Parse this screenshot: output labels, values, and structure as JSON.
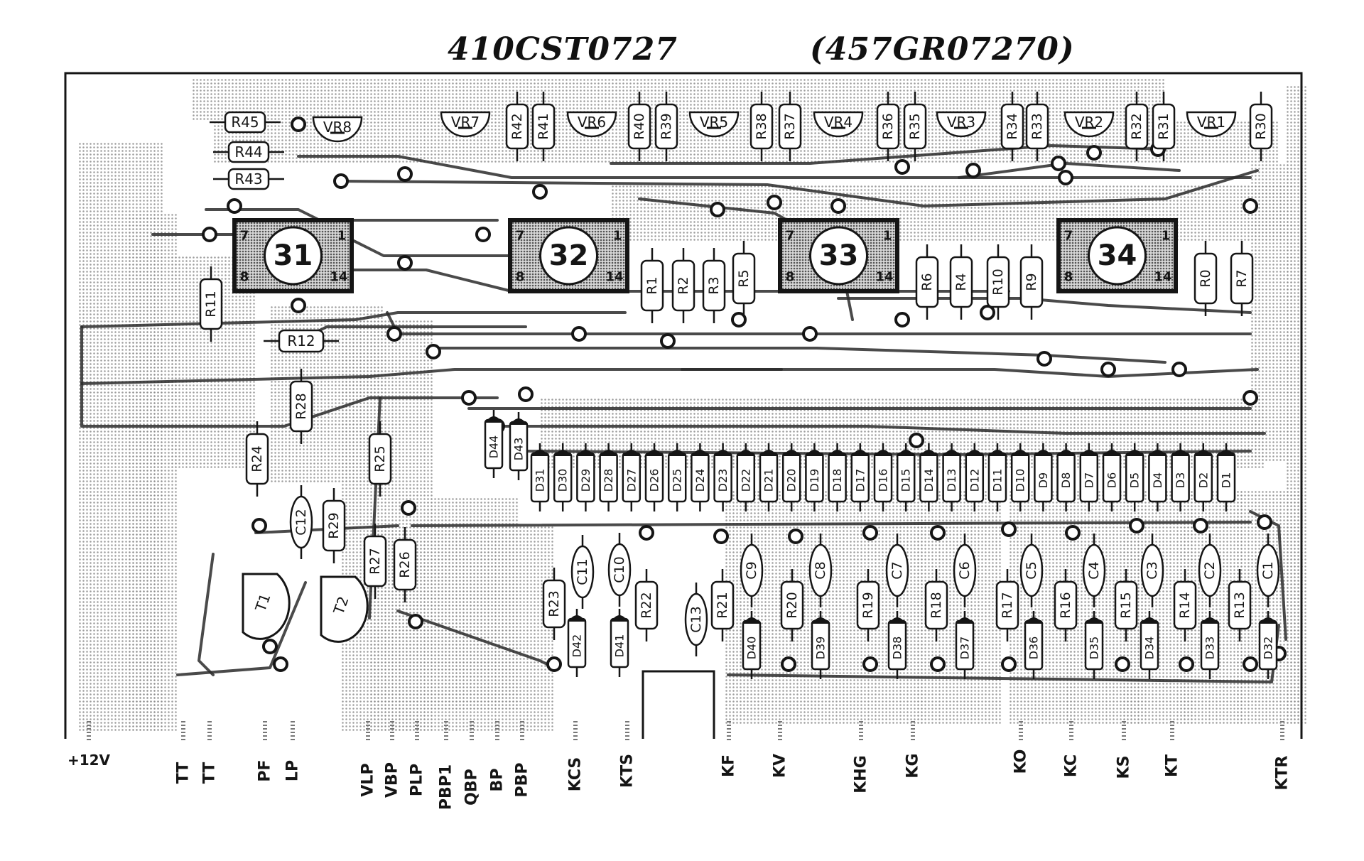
{
  "header": {
    "title_left": "410CST0727",
    "title_right": "(457GR07270)"
  },
  "colors": {
    "ink": "#151515",
    "copper_pad": "#1a1a1a",
    "halftone": "#9a9a9a",
    "paper": "#ffffff"
  },
  "ics": [
    "31",
    "32",
    "33",
    "34"
  ],
  "ic_pins": {
    "top_left": "7",
    "top_right": "1",
    "bottom_left": "8",
    "bottom_right": "14"
  },
  "top_row": [
    "R45",
    "R44",
    "R43",
    "VR8",
    "VR7",
    "R42",
    "R41",
    "VR6",
    "R40",
    "R39",
    "VR5",
    "R38",
    "R37",
    "VR4",
    "R36",
    "R35",
    "VR3",
    "R34",
    "R33",
    "VR2",
    "R32",
    "R31",
    "VR1",
    "R30"
  ],
  "mid_resistors": [
    "R1",
    "R2",
    "R3",
    "R5",
    "R6",
    "R4",
    "R10",
    "R9",
    "R0",
    "R7",
    "R11",
    "R12",
    "R28",
    "R24",
    "R25",
    "R29",
    "R27",
    "R26"
  ],
  "diode_row": [
    "D44",
    "D43",
    "D31",
    "D30",
    "D29",
    "D28",
    "D27",
    "D26",
    "D25",
    "D24",
    "D23",
    "D22",
    "D21",
    "D20",
    "D19",
    "D18",
    "D17",
    "D16",
    "D15",
    "D14",
    "D13",
    "D12",
    "D11",
    "D10",
    "D9",
    "D8",
    "D7",
    "D6",
    "D5",
    "D4",
    "D3",
    "D2",
    "D1"
  ],
  "lower_components": [
    "C12",
    "T1",
    "T2",
    "R23",
    "C11",
    "D42",
    "C10",
    "R22",
    "D41",
    "C13",
    "R21",
    "C9",
    "D40",
    "R20",
    "C8",
    "D39",
    "R19",
    "C7",
    "D38",
    "R18",
    "C6",
    "D37",
    "R17",
    "C5",
    "D36",
    "R16",
    "C4",
    "D35",
    "R15",
    "C3",
    "D34",
    "R14",
    "C2",
    "D33",
    "R13",
    "C1",
    "D32"
  ],
  "connectors": [
    "+12V",
    "TT",
    "TT",
    "PF",
    "LP",
    "VLP",
    "VBP",
    "PLP",
    "PBP1",
    "QBP",
    "BP",
    "PBP",
    "KCS",
    "KTS",
    "KF",
    "KV",
    "KHG",
    "KG",
    "KO",
    "KC",
    "KS",
    "KT",
    "KTR"
  ]
}
